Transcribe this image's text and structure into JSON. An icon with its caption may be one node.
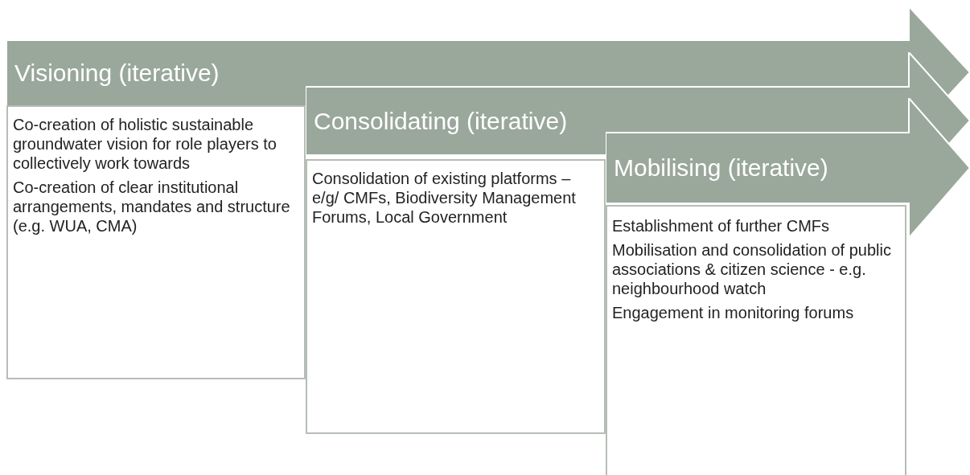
{
  "diagram": {
    "nodes": [
      {
        "text": [
          "Visioning (iterative)"
        ]
      },
      {
        "text": [
          "Co-creation of holistic sustainable groundwater vision for role players to collectively work towards",
          "Co-creation of clear institutional arrangements, mandates and structure (e.g. WUA, CMA)"
        ]
      },
      {
        "text": [
          "Consolidating (iterative)"
        ]
      },
      {
        "text": [
          "Consolidation of existing platforms – e/g/ CMFs, Biodiversity Management Forums, Local Government"
        ]
      },
      {
        "text": [
          "Mobilising (iterative)"
        ]
      },
      {
        "text": [
          "Establishment of further CMFs",
          "Mobilisation and consolidation of public associations & citizen science - e.g. neighbourhood watch",
          "Engagement in monitoring forums"
        ]
      }
    ]
  }
}
